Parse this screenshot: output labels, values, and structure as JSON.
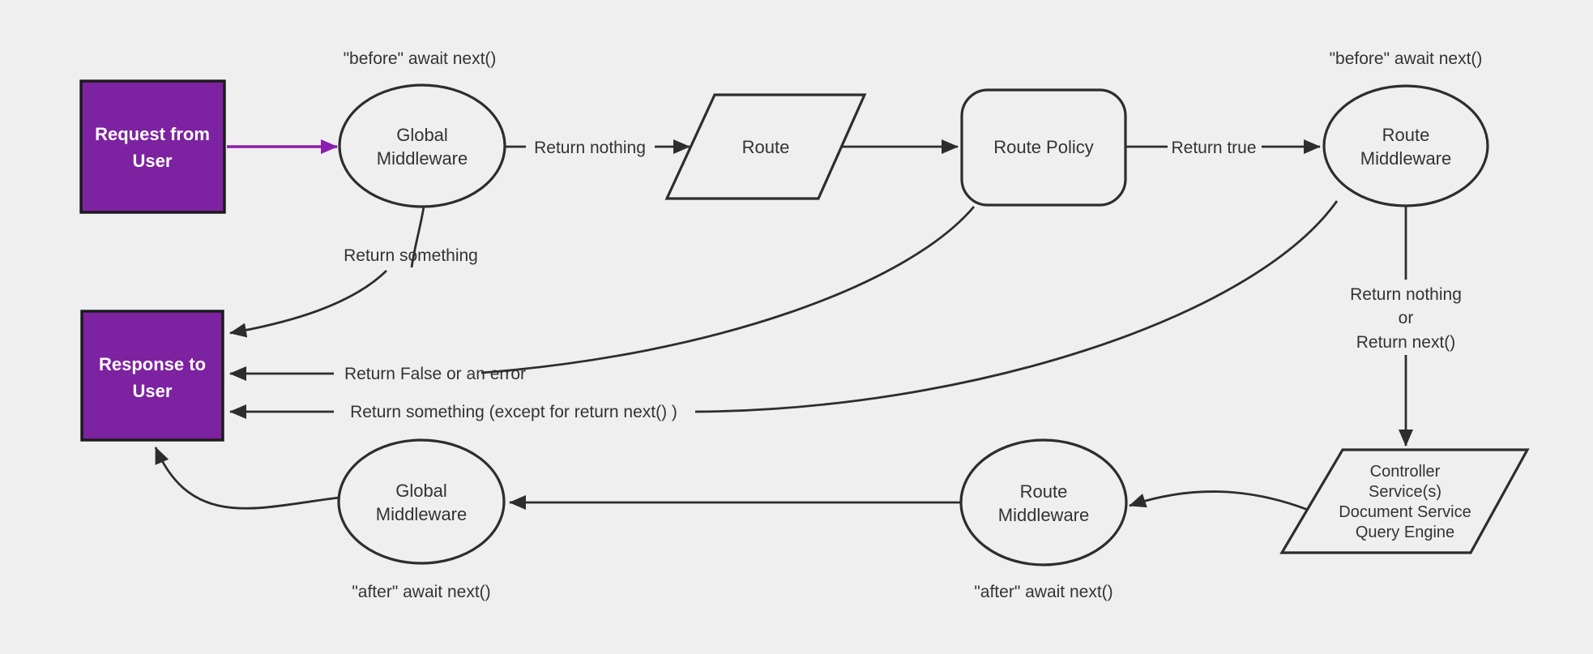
{
  "theme": {
    "background": "#efefef",
    "node_fill": "#7d22a0",
    "purple_arrow": "#8a1fad",
    "line_color": "#2d2d2d",
    "text_color": "#333333",
    "box_text_color": "#ffffff"
  },
  "nodes": {
    "request": {
      "line1": "Request from",
      "line2": "User"
    },
    "global_middleware_top": {
      "line1": "Global",
      "line2": "Middleware"
    },
    "route": {
      "label": "Route"
    },
    "route_policy": {
      "label": "Route Policy"
    },
    "route_middleware_top": {
      "line1": "Route",
      "line2": "Middleware"
    },
    "controller": {
      "line1": "Controller",
      "line2": "Service(s)",
      "line3": "Document Service",
      "line4": "Query Engine"
    },
    "route_middleware_bottom": {
      "line1": "Route",
      "line2": "Middleware"
    },
    "global_middleware_bottom": {
      "line1": "Global",
      "line2": "Middleware"
    },
    "response": {
      "line1": "Response to",
      "line2": "User"
    }
  },
  "labels": {
    "before_await_next_left": "\"before\" await next()",
    "before_await_next_right": "\"before\" await next()",
    "after_await_next_left": "\"after\" await next()",
    "after_await_next_right": "\"after\" await next()",
    "return_nothing": "Return nothing",
    "return_true": "Return true",
    "return_something": "Return something",
    "return_false_or_error": "Return False or an error",
    "return_something_except": "Return something (except for return next() )",
    "return_nothing_or_line1": "Return nothing",
    "return_nothing_or_line2": "or",
    "return_nothing_or_line3": "Return next()"
  }
}
